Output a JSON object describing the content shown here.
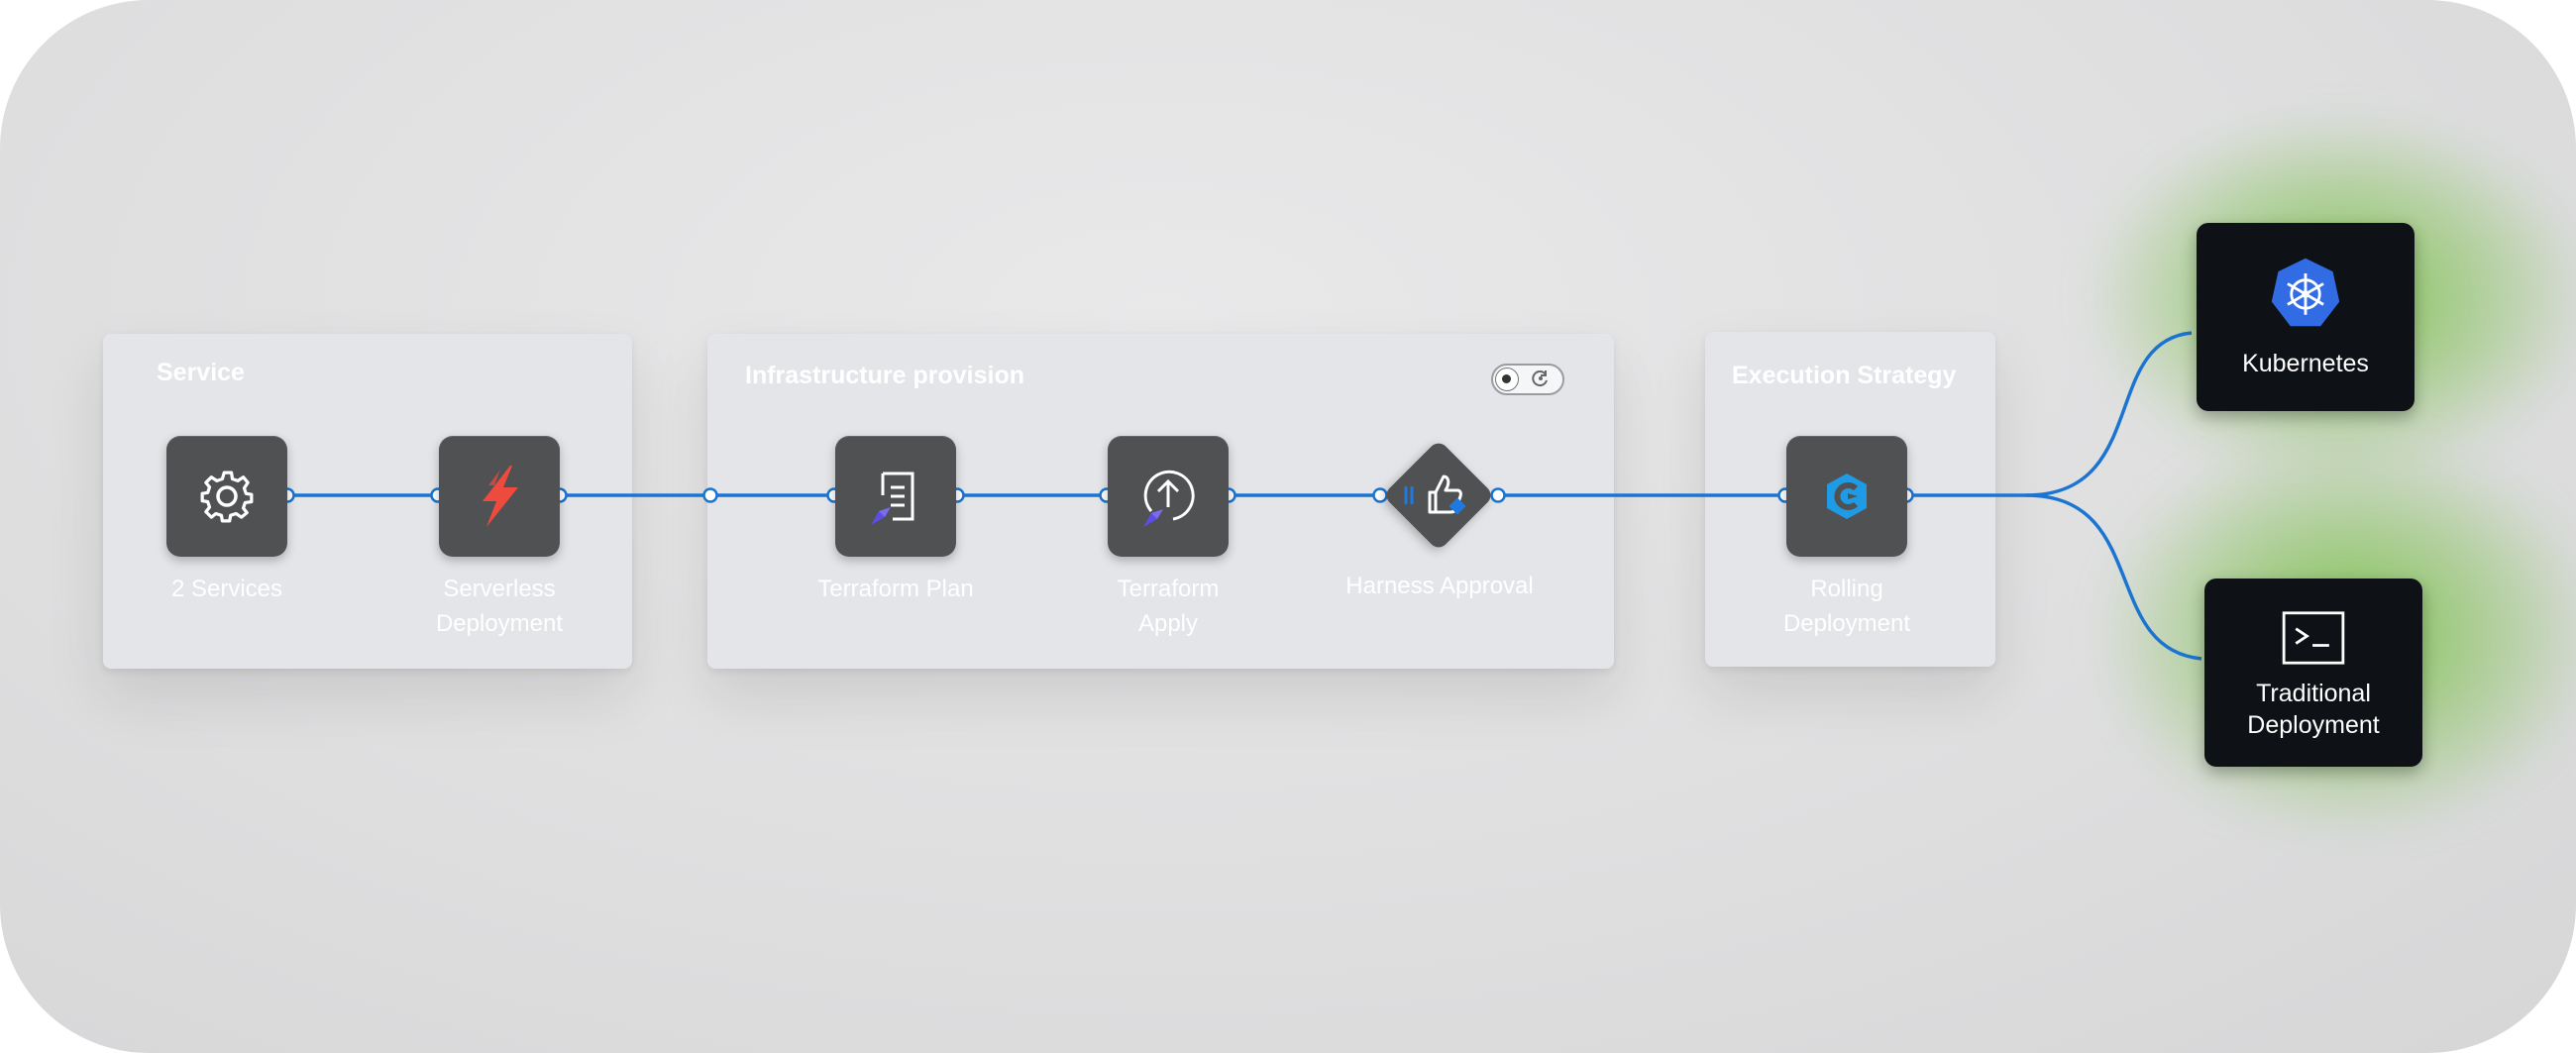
{
  "stages": {
    "service": {
      "title": "Service",
      "nodes": [
        {
          "label": "2 Services",
          "icon": "gear-icon"
        },
        {
          "label": "Serverless\nDeployment",
          "icon": "serverless-lightning-icon"
        }
      ]
    },
    "infrastructure": {
      "title": "Infrastructure provision",
      "toggle_icons": [
        "play-icon",
        "rerun-icon"
      ],
      "nodes": [
        {
          "label": "Terraform Plan",
          "icon": "terraform-plan-icon"
        },
        {
          "label": "Terraform\nApply",
          "icon": "terraform-apply-icon"
        },
        {
          "label": "Harness Approval",
          "icon": "thumbs-up-approval-icon"
        }
      ]
    },
    "execution": {
      "title": "Execution Strategy",
      "nodes": [
        {
          "label": "Rolling\nDeployment",
          "icon": "rolling-deployment-icon"
        }
      ]
    }
  },
  "targets": [
    {
      "label": "Kubernetes",
      "icon": "kubernetes-icon"
    },
    {
      "label": "Traditional\nDeployment",
      "icon": "terminal-icon"
    }
  ],
  "colors": {
    "connector": "#1b74d1",
    "node_bg": "#505153",
    "card_bg": "#e3e5e8",
    "target_bg": "#0e1116",
    "glow": "#7cc24a",
    "serverless": "#ef4a3e",
    "kubernetes": "#326ce5",
    "rolling": "#1f9ae5",
    "terraform_accent": "#5c4ee5"
  }
}
